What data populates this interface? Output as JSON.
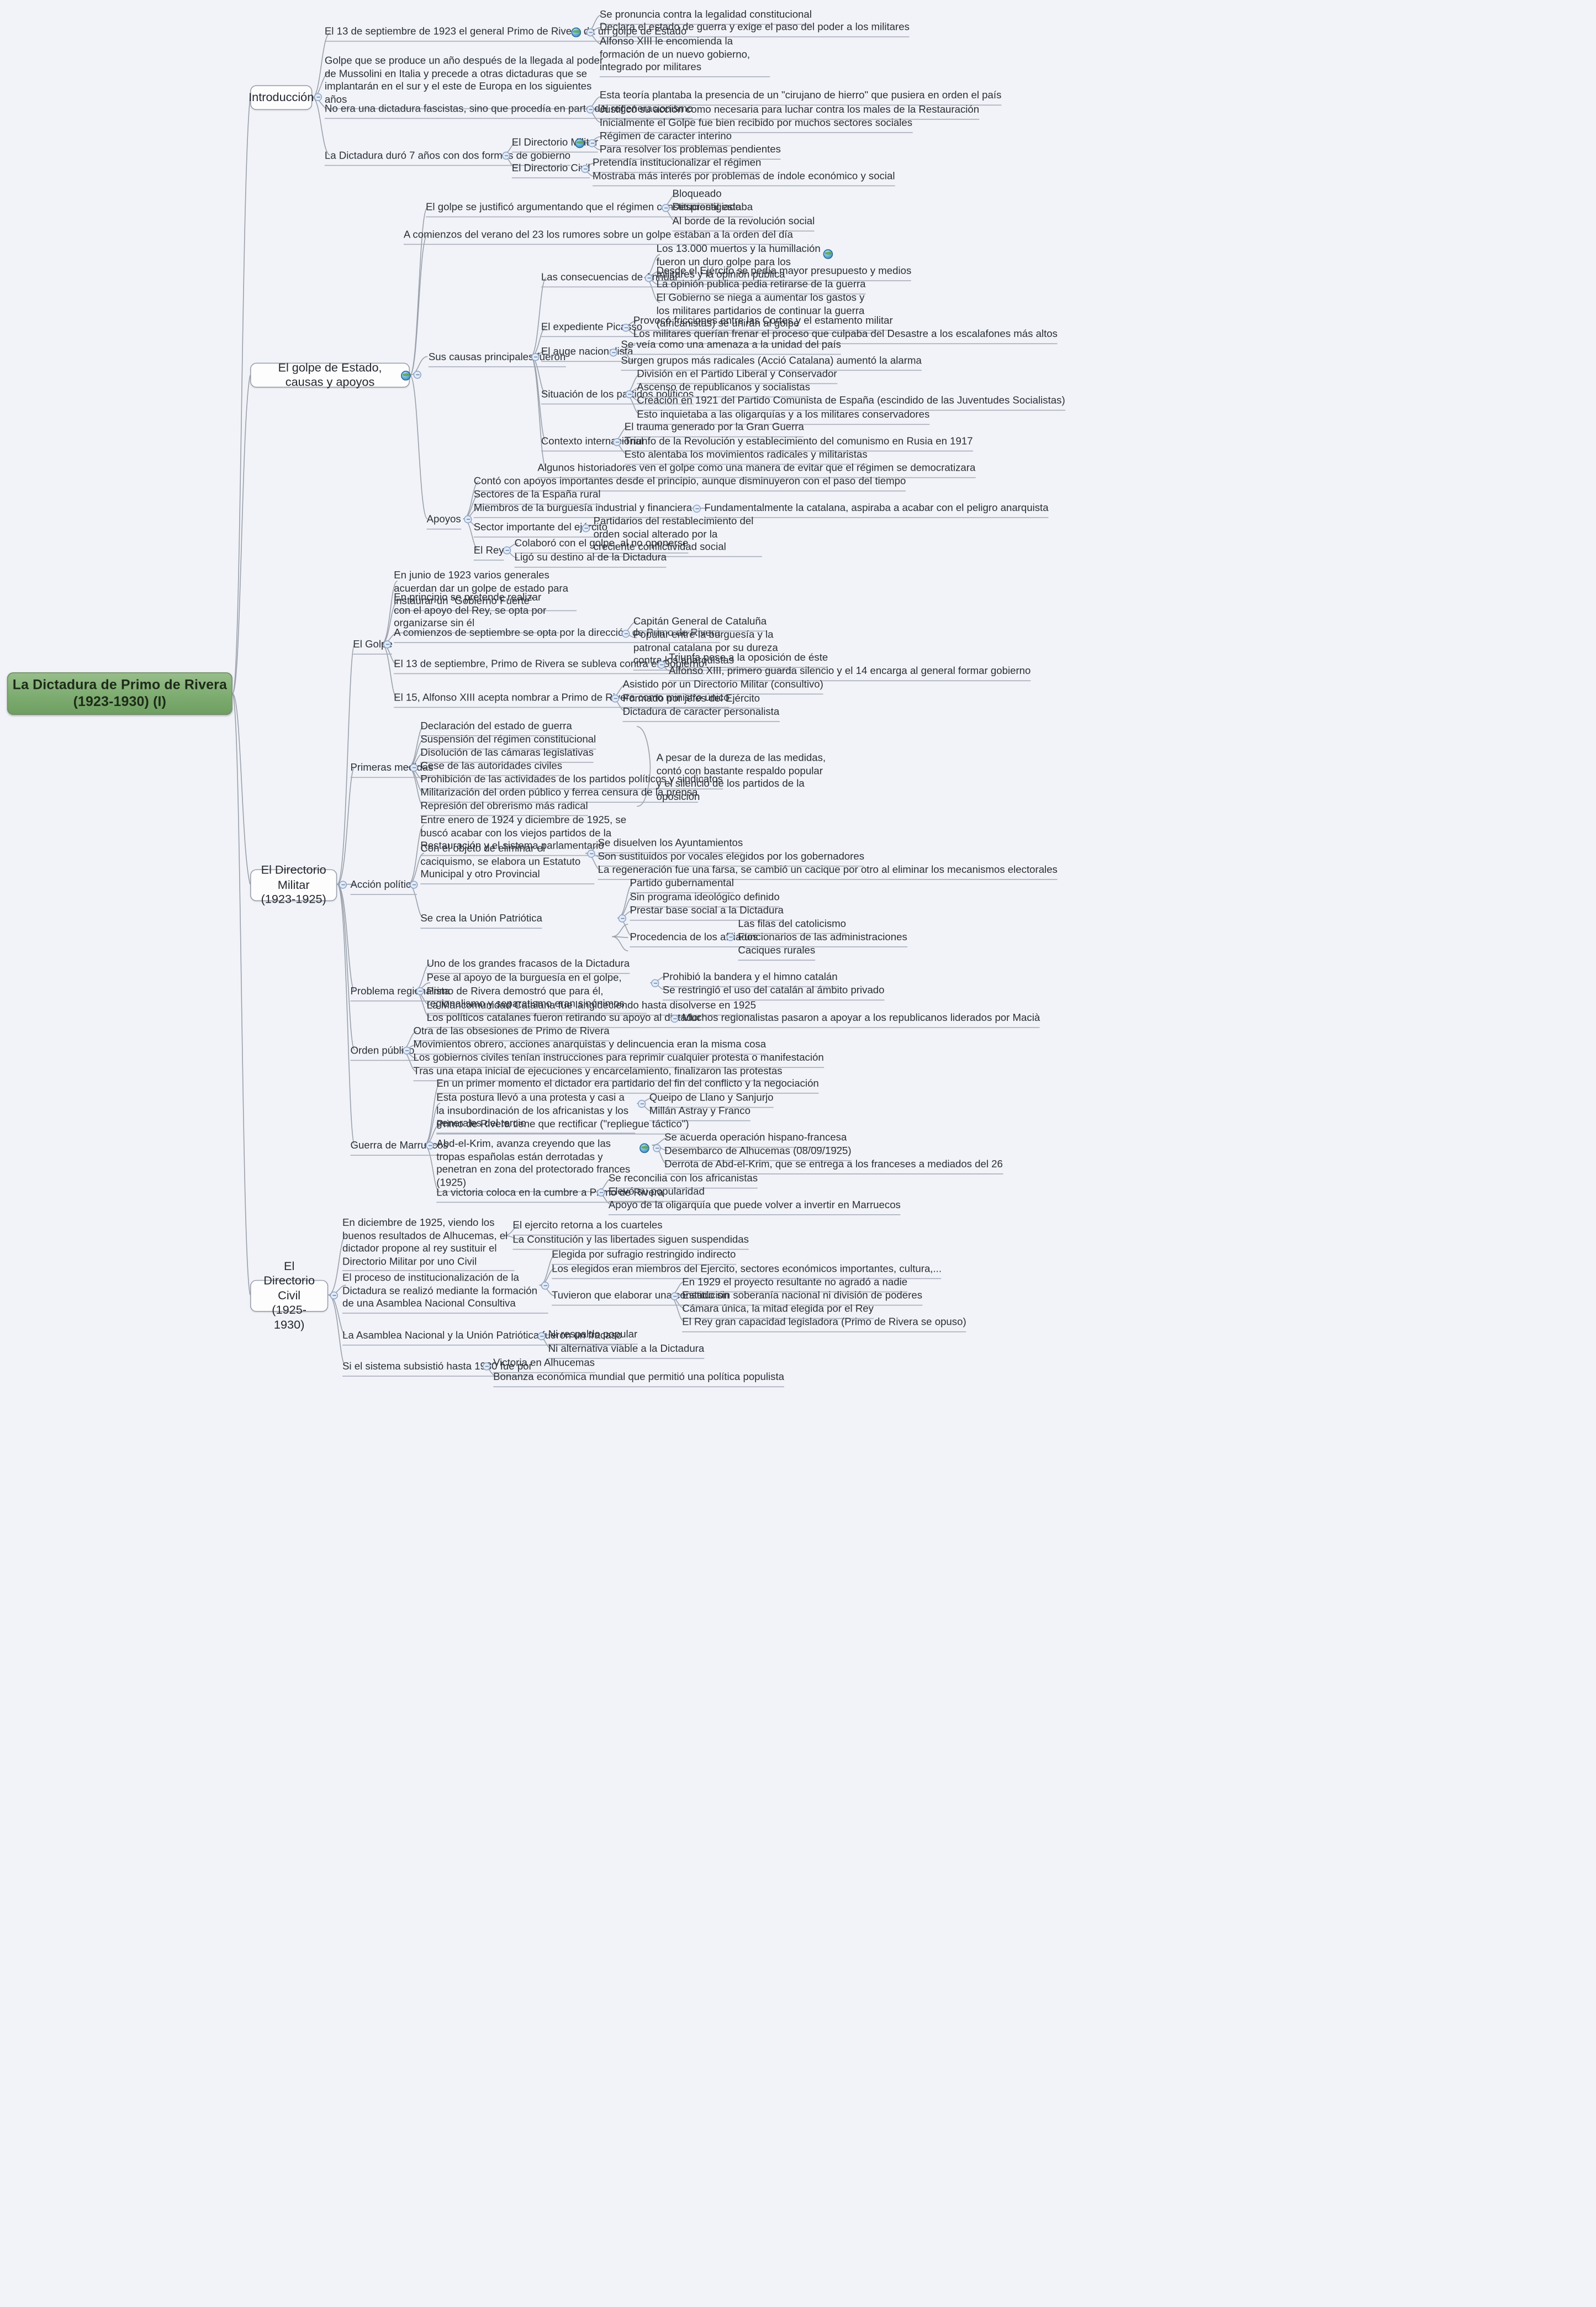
{
  "root": {
    "line1": "La Dictadura de Primo de Rivera",
    "line2": "(1923-1930) (I)",
    "color": "#7fad72"
  },
  "icons": {
    "toggle": "collapse-toggle",
    "globe": "globe-icon"
  },
  "branches": [
    {
      "id": "introduccion",
      "label": "Introducción",
      "nodes": [
        {
          "text": "El 13 de septiembre de 1923 el general Primo de Rivera da un golpe de Estado"
        },
        {
          "text": "Se pronuncia contra la legalidad constitucional"
        },
        {
          "text": "Declara el estado de guerra y exige el paso del poder a los militares"
        },
        {
          "text": "Alfonso XIII le encomienda la formación de un nuevo gobierno, integrado por militares"
        },
        {
          "text": "Golpe que se produce un año después de la llegada al poder de Mussolini en Italia y precede a otras dictaduras que se implantarán en el sur y el este de Europa en los siguientes años"
        },
        {
          "text": "No era una dictadura fascistas, sino que procedía en parte del regeneracionismo"
        },
        {
          "text": "Esta teoría plantaba la presencia de un \"cirujano de hierro\" que pusiera en orden el país"
        },
        {
          "text": "Justificó su acción como necesaria para luchar contra los males de la Restauración"
        },
        {
          "text": "Inicialmente el Golpe fue bien recibido por muchos sectores sociales"
        },
        {
          "text": "La Dictadura duró 7 años con dos formas de gobierno"
        },
        {
          "text": "El Directorio Militar"
        },
        {
          "text": "Régimen de caracter interino"
        },
        {
          "text": "Para resolver los problemas pendientes"
        },
        {
          "text": "El Directorio Civil"
        },
        {
          "text": "Pretendía institucionalizar el régimen"
        },
        {
          "text": "Mostraba más interés por problemas de índole económico y social"
        }
      ]
    },
    {
      "id": "golpe-estado",
      "label": "El golpe de Estado, causas y apoyos",
      "nodes": [
        {
          "text": "El golpe se justificó argumentando que el régimen constitucional estaba"
        },
        {
          "text": "Bloqueado"
        },
        {
          "text": "Desprestigiado"
        },
        {
          "text": "Al borde de la revolución social"
        },
        {
          "text": "A comienzos del verano del 23 los rumores sobre un golpe estaban a la orden del día"
        },
        {
          "text": "Sus causas principales fueron"
        },
        {
          "text": "Las consecuencias de Annual"
        },
        {
          "text": "Los 13.000 muertos y la humillación fueron un duro golpe para los militares y la opinión pública"
        },
        {
          "text": "Desde el Ejército se pedía mayor presupuesto y medios"
        },
        {
          "text": "La opinión publica pedia retirarse de la guerra"
        },
        {
          "text": "El Gobierno se niega a aumentar los gastos y los militares partidarios de continuar la guerra (africanistas) se unirán al golpe"
        },
        {
          "text": "El expediente Picasso"
        },
        {
          "text": "Provocó fricciones entre las Cortes y el estamento militar"
        },
        {
          "text": "Los militares querían frenar el proceso que culpaba del Desastre a los escalafones más altos"
        },
        {
          "text": "El auge nacionalista"
        },
        {
          "text": "Se veía como una amenaza a la unidad del país"
        },
        {
          "text": "Surgen grupos más radicales (Acció Catalana) aumentó la alarma"
        },
        {
          "text": "Situación de los partidos políticos"
        },
        {
          "text": "División en el Partido Liberal y Conservador"
        },
        {
          "text": "Ascenso de republicanos y socialistas"
        },
        {
          "text": "Creación en 1921 del Partido Comunista de España (escindido de las Juventudes Socialistas)"
        },
        {
          "text": "Esto inquietaba a las oligarquías y a los militares conservadores"
        },
        {
          "text": "Contexto internacional"
        },
        {
          "text": "El trauma generado por la Gran Guerra"
        },
        {
          "text": "Triunfo de la Revolución y establecimiento del comunismo en Rusia en 1917"
        },
        {
          "text": "Esto alentaba los movimientos radicales y militaristas"
        },
        {
          "text": "Algunos historiadores ven el golpe como una manera de evitar que el régimen se democratizara"
        },
        {
          "text": "Apoyos"
        },
        {
          "text": "Contó con apoyos importantes desde el principio, aunque disminuyeron con el paso del tiempo"
        },
        {
          "text": "Sectores de la España rural"
        },
        {
          "text": "Miembros de la burguesía industrial y financiera"
        },
        {
          "text": "Fundamentalmente la catalana, aspiraba a acabar con el peligro anarquista"
        },
        {
          "text": "Sector importante del ejército"
        },
        {
          "text": "Partidarios del restablecimiento del orden social alterado por la creciente conflictividad social"
        },
        {
          "text": "El Rey"
        },
        {
          "text": "Colaboró con el golpe, al no oponerse"
        },
        {
          "text": "Ligó su destino al de la Dictadura"
        }
      ]
    },
    {
      "id": "directorio-militar",
      "label_line1": "El Directorio Militar",
      "label_line2": "(1923-1925)",
      "nodes": [
        {
          "text": "El Golpe"
        },
        {
          "text": "En junio de 1923 varios generales acuerdan dar un golpe de estado para instaurar un \"Gobierno Fuerte\""
        },
        {
          "text": "En principio se pretende realizar con el apoyo del Rey, se opta por organizarse sin él"
        },
        {
          "text": "A comienzos de septiembre se opta por la dirección de Primo de Rivera"
        },
        {
          "text": "Capitán General de Cataluña"
        },
        {
          "text": "Popular entre la burguesía y la patronal catalana por su dureza contra los anarquistas"
        },
        {
          "text": "El 13 de septiembre, Primo de Rivera se subleva contra el Gobierno"
        },
        {
          "text": "Triunfa pese a la oposición de éste"
        },
        {
          "text": "Alfonso XIII, primero guarda silencio y el 14 encarga al general formar gobierno"
        },
        {
          "text": "El 15, Alfonso XIII acepta nombrar a Primo de Rivera como ministro único"
        },
        {
          "text": "Asistido por un Directorio Militar (consultivo)"
        },
        {
          "text": "Formado por jefes del Ejército"
        },
        {
          "text": "Dictadura de caracter personalista"
        },
        {
          "text": "Primeras medidas"
        },
        {
          "text": "Declaración del estado de guerra"
        },
        {
          "text": "Suspensión del régimen constitucional"
        },
        {
          "text": "Disolución de las cámaras legislativas"
        },
        {
          "text": "Cese de las autoridades civiles"
        },
        {
          "text": "Prohibición de las actividades de los partidos políticos y sindicatos"
        },
        {
          "text": "Militarización del orden público y ferrea censura de la prensa"
        },
        {
          "text": "Represión del obrerismo más radical"
        },
        {
          "text": "A pesar de la dureza de las medidas, contó con bastante respaldo popular y el silencio de los partidos de la oposición"
        },
        {
          "text": "Acción política"
        },
        {
          "text": "Entre enero de 1924 y diciembre de 1925, se buscó acabar con los viejos partidos de la Restauración y el sistema parlamentario"
        },
        {
          "text": "Con el objeto de eliminar el caciquismo, se elabora un Estatuto Municipal y otro Provincial"
        },
        {
          "text": "Se disuelven los Ayuntamientos"
        },
        {
          "text": "Son sustituidos por vocales elegidos por los gobernadores"
        },
        {
          "text": "La regeneración fue una farsa, se cambió un cacique por otro al eliminar los mecanismos electorales"
        },
        {
          "text": "Se crea la Unión Patriótica"
        },
        {
          "text": "Partido gubernamental"
        },
        {
          "text": "Sin programa ideológico definido"
        },
        {
          "text": "Prestar base social a la Dictadura"
        },
        {
          "text": "Procedencia de los afiliados"
        },
        {
          "text": "Las filas del catolicismo"
        },
        {
          "text": "Funcionarios de las administraciones"
        },
        {
          "text": "Caciques rurales"
        },
        {
          "text": "Problema regionalista"
        },
        {
          "text": "Uno de los grandes fracasos de la Dictadura"
        },
        {
          "text": "Pese al apoyo de la burguesía en el golpe, Primo de Rivera demostró que para él, regionalismo y separatismo eran sinónimos"
        },
        {
          "text": "Prohibió la bandera y el himno catalán"
        },
        {
          "text": "Se restringió el uso del catalán al ámbito privado"
        },
        {
          "text": "La Mancomunidad Catalana fue langideciendo hasta disolverse en 1925"
        },
        {
          "text": "Los políticos catalanes fueron retirando su apoyo al dictador"
        },
        {
          "text": "Muchos regionalistas pasaron a apoyar a los republicanos liderados por Macià"
        },
        {
          "text": "Orden público"
        },
        {
          "text": "Otra de las obsesiones de Primo de Rivera"
        },
        {
          "text": "Movimientos obrero, acciones anarquistas y delincuencia eran la misma cosa"
        },
        {
          "text": "Los gobiernos civiles tenían instrucciones para reprimir cualquier protesta o manifestación"
        },
        {
          "text": "Tras una etapa inicial de ejecuciones y encarcelamiento, finalizaron las protestas"
        },
        {
          "text": "Guerra de Marruecos"
        },
        {
          "text": "En un primer momento el dictador era partidario del fin del conflicto y la negociación"
        },
        {
          "text": "Esta postura llevó a una protesta y casi a la insubordinación de los africanistas y los generales del tercio"
        },
        {
          "text": "Queipo de Llano y Sanjurjo"
        },
        {
          "text": "Millán Astray y Franco"
        },
        {
          "text": "Primo de Rivera tiene que rectificar (\"repliegue táctico\")"
        },
        {
          "text": "Abd-el-Krim, avanza creyendo que las tropas españolas están derrotadas y penetran en zona del protectorado frances (1925)"
        },
        {
          "text": "Se acuerda operación hispano-francesa"
        },
        {
          "text": "Desembarco de Alhucemas (08/09/1925)"
        },
        {
          "text": "Derrota de Abd-el-Krim, que se entrega a los franceses a mediados del 26"
        },
        {
          "text": "La victoria coloca en la cumbre a Primo de Rivera"
        },
        {
          "text": "Se reconcilia con los africanistas"
        },
        {
          "text": "Elevó su popularidad"
        },
        {
          "text": "Apoyo de la oligarquía que puede volver a invertir en Marruecos"
        }
      ]
    },
    {
      "id": "directorio-civil",
      "label_line1": "El Directorio Civil",
      "label_line2": "(1925-1930)",
      "nodes": [
        {
          "text": "En diciembre de 1925, viendo los buenos resultados de Alhucemas, el dictador propone al rey sustituir el Directorio Militar por uno Civil"
        },
        {
          "text": "El ejercito retorna a los cuarteles"
        },
        {
          "text": "La Constitución y las libertades siguen suspendidas"
        },
        {
          "text": "El proceso de institucionalización de la Dictadura se realizó mediante la formación de una Asamblea Nacional Consultiva"
        },
        {
          "text": "Elegida por sufragio restringido indirecto"
        },
        {
          "text": "Los elegidos eran miembros del Ejercito, sectores económicos importantes, cultura,..."
        },
        {
          "text": "Tuvieron que elaborar una constitución"
        },
        {
          "text": "En 1929 el proyecto resultante no agradó a nadie"
        },
        {
          "text": "Estado sin soberanía nacional ni división de poderes"
        },
        {
          "text": "Cámara única, la mitad elegida por el Rey"
        },
        {
          "text": "El Rey gran capacidad legisladora (Primo de Rivera se opuso)"
        },
        {
          "text": "La Asamblea Nacional y la Unión Patriótica fueron un fracaso"
        },
        {
          "text": "Ni respaldo popular"
        },
        {
          "text": "Ni alternativa viable a la Dictadura"
        },
        {
          "text": "Si el sistema subsistió hasta 1930 fue por"
        },
        {
          "text": "Victoria en Alhucemas"
        },
        {
          "text": "Bonanza económica mundial que permitió una política populista"
        }
      ]
    }
  ]
}
